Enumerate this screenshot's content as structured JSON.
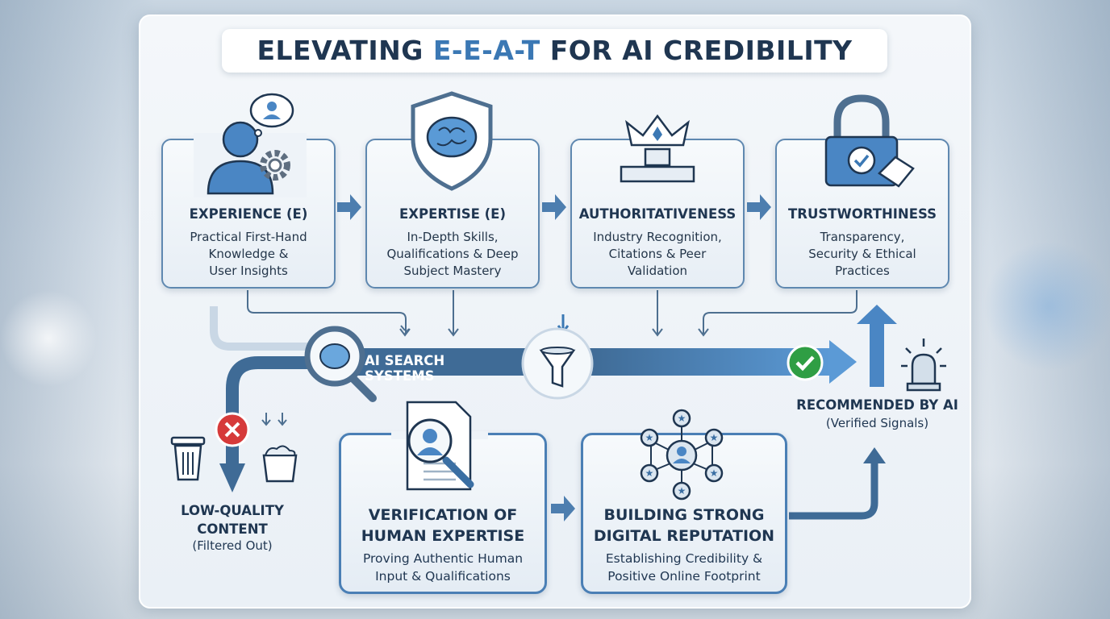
{
  "title": {
    "prefix": "ELEVATING ",
    "highlight": "E-E-A-T",
    "suffix": " FOR AI CREDIBILITY"
  },
  "pillars": [
    {
      "title": "EXPERIENCE (E)",
      "lines": [
        "Practical First-Hand",
        "Knowledge &",
        "User Insights"
      ],
      "icon": "person-thinking-gear-icon"
    },
    {
      "title": "EXPERTISE (E)",
      "lines": [
        "In-Depth Skills,",
        "Qualifications & Deep",
        "Subject Mastery"
      ],
      "icon": "shield-brain-icon"
    },
    {
      "title": "AUTHORITATIVENESS",
      "lines": [
        "Industry Recognition,",
        "Citations & Peer",
        "Validation"
      ],
      "icon": "crown-podium-icon"
    },
    {
      "title": "TRUSTWORTHINESS",
      "lines": [
        "Transparency,",
        "Security & Ethical",
        "Practices"
      ],
      "icon": "padlock-handshake-icon"
    }
  ],
  "pipeline": {
    "label": "AI SEARCH SYSTEMS"
  },
  "rejected": {
    "title_lines": [
      "LOW-QUALITY",
      "CONTENT"
    ],
    "note": "(Filtered Out)"
  },
  "recommended": {
    "title": "RECOMMENDED BY AI",
    "note": "(Verified Signals)"
  },
  "steps": [
    {
      "title_lines": [
        "VERIFICATION OF",
        "HUMAN EXPERTISE"
      ],
      "lines": [
        "Proving Authentic Human",
        "Input & Qualifications"
      ]
    },
    {
      "title_lines": [
        "BUILDING STRONG",
        "DIGITAL REPUTATION"
      ],
      "lines": [
        "Establishing Credibility &",
        "Positive Online Footprint"
      ]
    }
  ],
  "colors": {
    "navy": "#1f3651",
    "accent": "#3b78b4",
    "bar_dark": "#3f6b96",
    "bar_light": "#4d8ccc",
    "ok": "#2f9e44",
    "reject": "#d63a3a"
  }
}
